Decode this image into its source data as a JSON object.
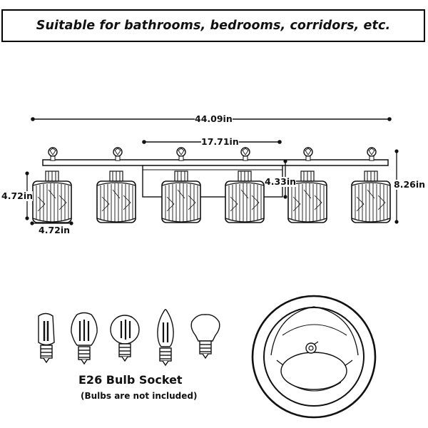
{
  "banner": {
    "text": "Suitable for bathrooms, bedrooms, corridors, etc."
  },
  "dimensions": {
    "total_width": "44.09in",
    "back_plate_width": "17.71in",
    "shade_height": "4.72in",
    "shade_width": "4.72in",
    "extension": "4.33in",
    "total_height": "8.26in"
  },
  "bulbs": {
    "types": [
      "tubular-bulb-icon",
      "filament-bulb-icon",
      "globe-bulb-icon",
      "candle-bulb-icon",
      "led-bulb-icon"
    ],
    "socket_label": "E26 Bulb Socket",
    "note": "(Bulbs are not included)"
  },
  "colors": {
    "line": "#111111",
    "background": "#ffffff"
  }
}
